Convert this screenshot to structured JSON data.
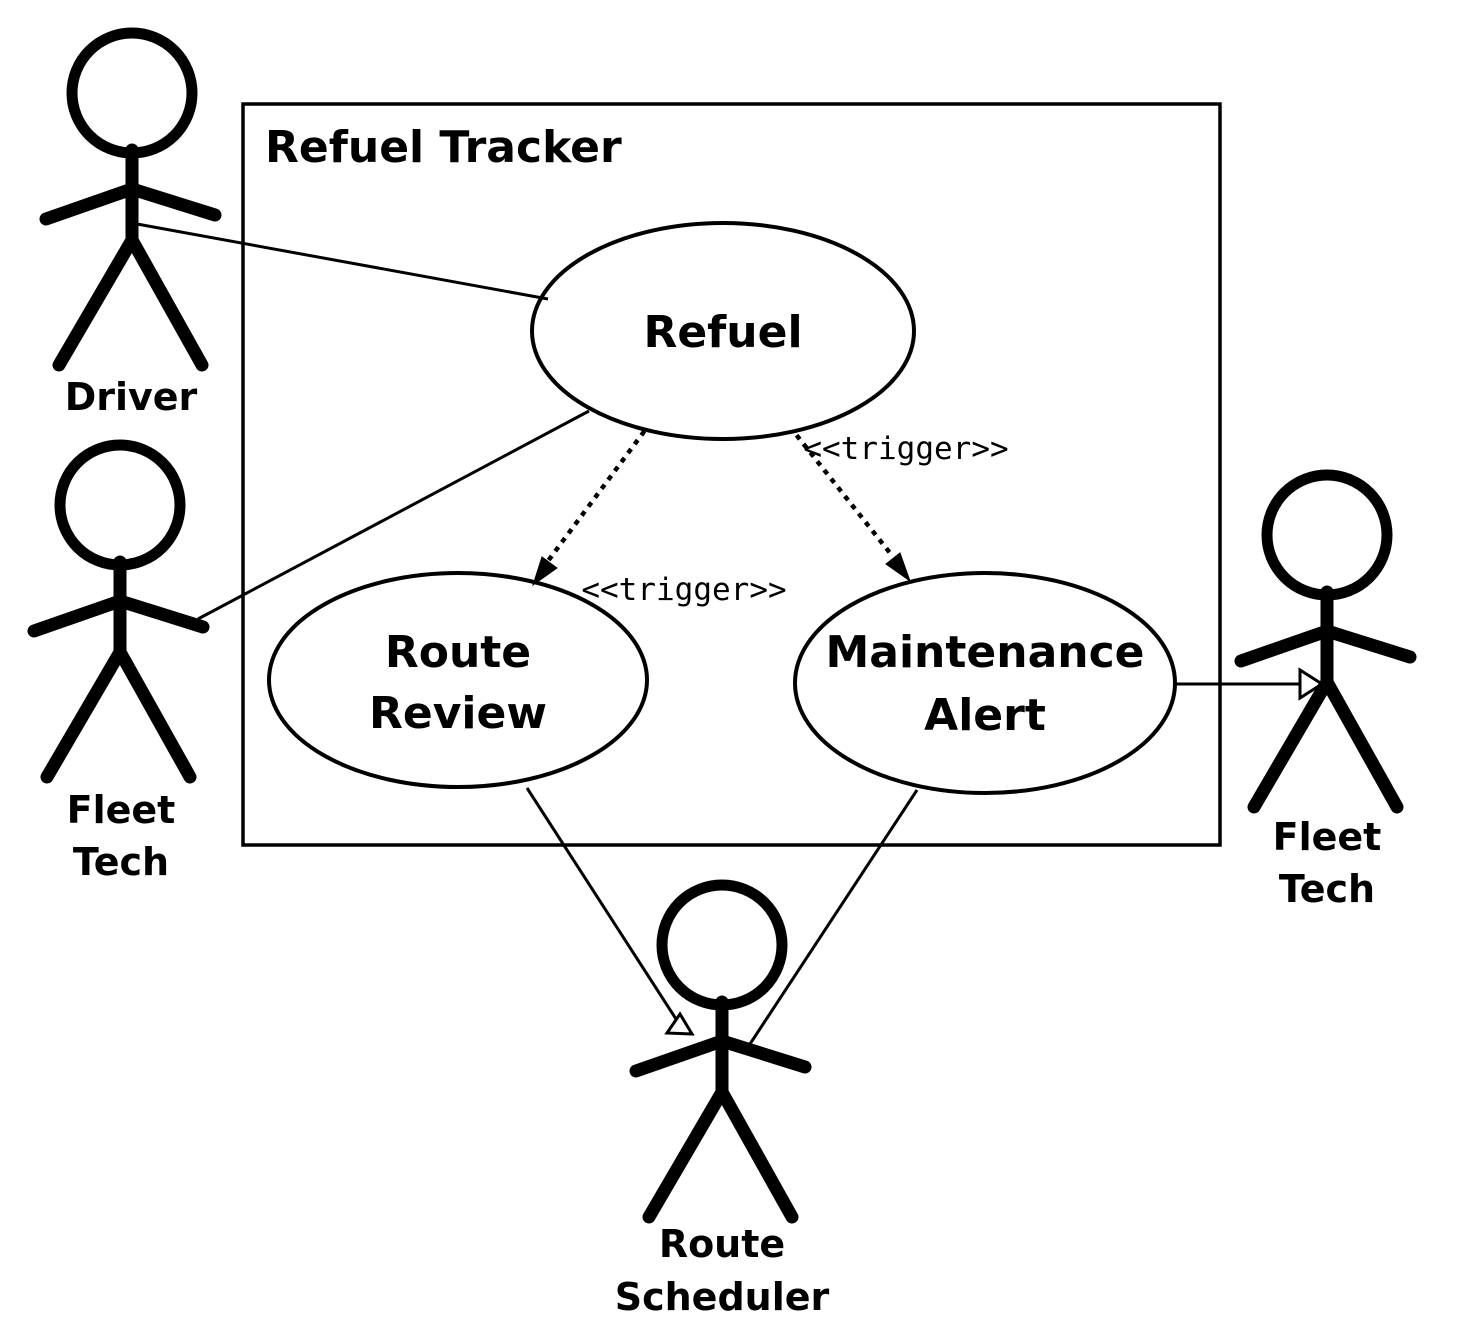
{
  "diagram": {
    "kind": "uml-use-case-diagram",
    "colors": {
      "stroke": "#000000",
      "background": "#ffffff"
    },
    "system": {
      "title": "Refuel Tracker"
    },
    "use_cases": [
      {
        "id": "refuel",
        "label": "Refuel"
      },
      {
        "id": "route-review",
        "line1": "Route",
        "line2": "Review"
      },
      {
        "id": "maintenance-alert",
        "line1": "Maintenance",
        "line2": "Alert"
      }
    ],
    "actors": [
      {
        "id": "driver",
        "line1": "Driver",
        "line2": ""
      },
      {
        "id": "fleet-tech-left",
        "line1": "Fleet",
        "line2": "Tech"
      },
      {
        "id": "fleet-tech-right",
        "line1": "Fleet",
        "line2": "Tech"
      },
      {
        "id": "route-scheduler",
        "line1": "Route",
        "line2": "Scheduler"
      }
    ],
    "edges": [
      {
        "from": "driver",
        "to": "refuel",
        "style": "solid",
        "arrow": "none",
        "label": ""
      },
      {
        "from": "fleet-tech-left",
        "to": "refuel",
        "style": "solid",
        "arrow": "none",
        "label": ""
      },
      {
        "from": "refuel",
        "to": "route-review",
        "style": "dotted",
        "arrow": "filled",
        "label": "<<trigger>>"
      },
      {
        "from": "refuel",
        "to": "maintenance-alert",
        "style": "dotted",
        "arrow": "filled",
        "label": "<<trigger>>"
      },
      {
        "from": "maintenance-alert",
        "to": "fleet-tech-right",
        "style": "solid",
        "arrow": "open",
        "label": ""
      },
      {
        "from": "route-review",
        "to": "route-scheduler",
        "style": "solid",
        "arrow": "open",
        "label": ""
      },
      {
        "from": "maintenance-alert",
        "to": "route-scheduler",
        "style": "solid",
        "arrow": "none",
        "label": ""
      }
    ]
  }
}
